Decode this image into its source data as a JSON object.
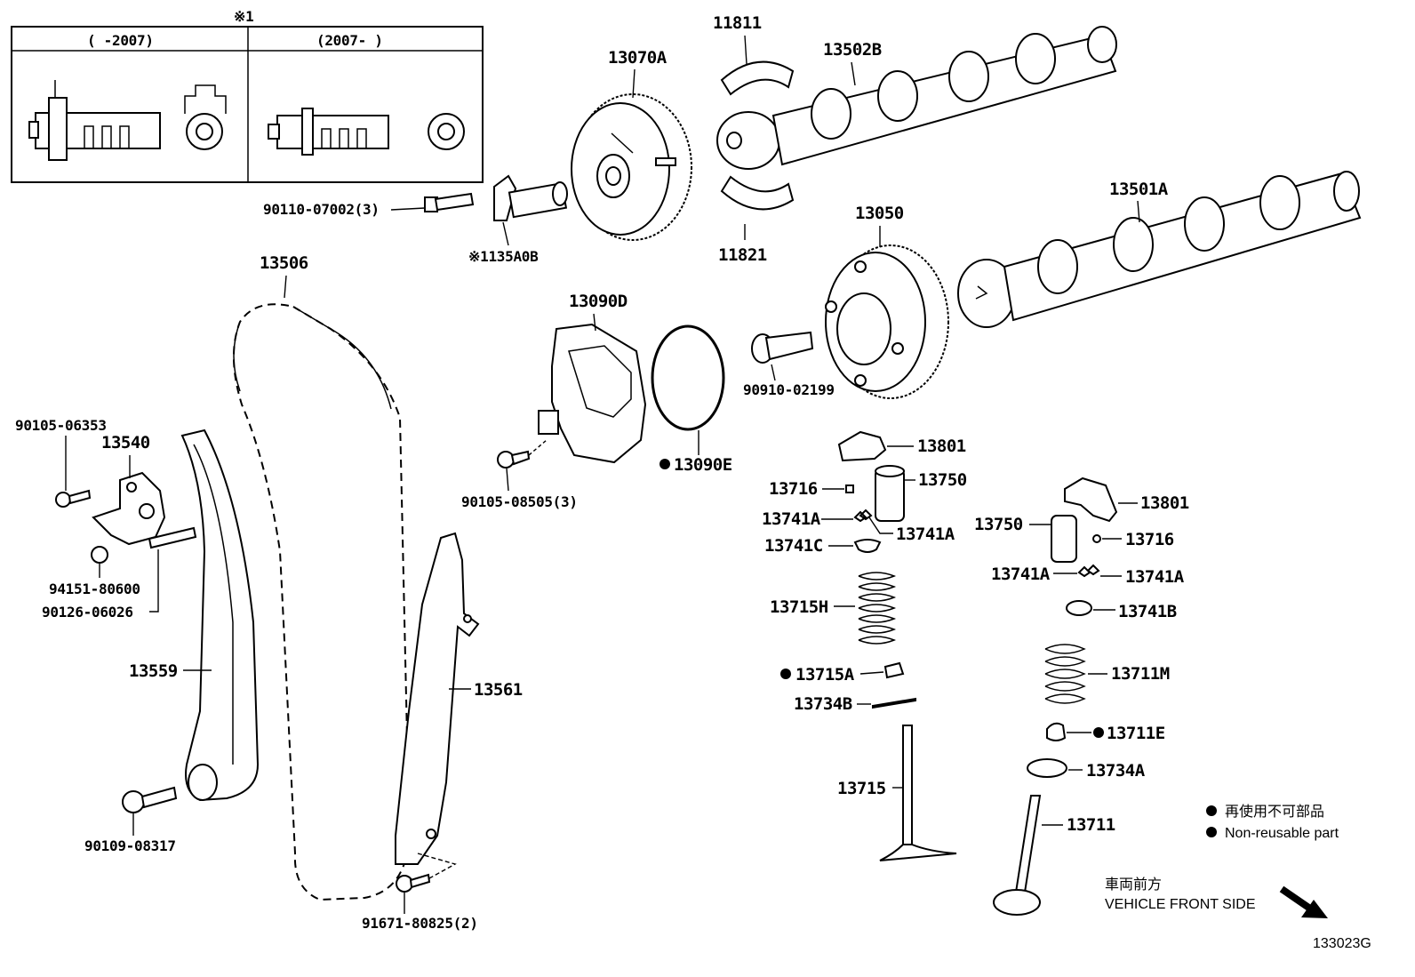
{
  "inset": {
    "note_mark": "※1",
    "col_left": "(      -2007)",
    "col_right": "(2007-      )"
  },
  "parts": {
    "p13070A": "13070A",
    "p11811": "11811",
    "p13502B": "13502B",
    "p90110": "90110-07002(3)",
    "p135A0B": "※1135A0B",
    "p11821": "11821",
    "p13501A": "13501A",
    "p13050": "13050",
    "p13506": "13506",
    "p13090D": "13090D",
    "p90910": "90910-02199",
    "p13090E": "13090E",
    "p13801a": "13801",
    "p13716a": "13716",
    "p13750a": "13750",
    "p13741Aa": "13741A",
    "p13741Ab": "13741A",
    "p13741C": "13741C",
    "p13750b": "13750",
    "p13801b": "13801",
    "p13716b": "13716",
    "p13741Ac": "13741A",
    "p13741Ad": "13741A",
    "p13741B": "13741B",
    "p13715H": "13715H",
    "p13715A": "13715A",
    "p13711M": "13711M",
    "p13734B": "13734B",
    "p13711E": "13711E",
    "p13734A": "13734A",
    "p13715": "13715",
    "p13711": "13711",
    "p90105a": "90105-06353",
    "p13540": "13540",
    "p94151": "94151-80600",
    "p90126": "90126-06026",
    "p13559": "13559",
    "p13561": "13561",
    "p90105b": "90105-08505(3)",
    "p90109": "90109-08317",
    "p91671": "91671-80825(2)"
  },
  "legend": {
    "jp": "再使用不可部品",
    "en": "Non-reusable part"
  },
  "direction": {
    "jp": "車両前方",
    "en": "VEHICLE FRONT SIDE"
  },
  "diagram_id": "133023G"
}
